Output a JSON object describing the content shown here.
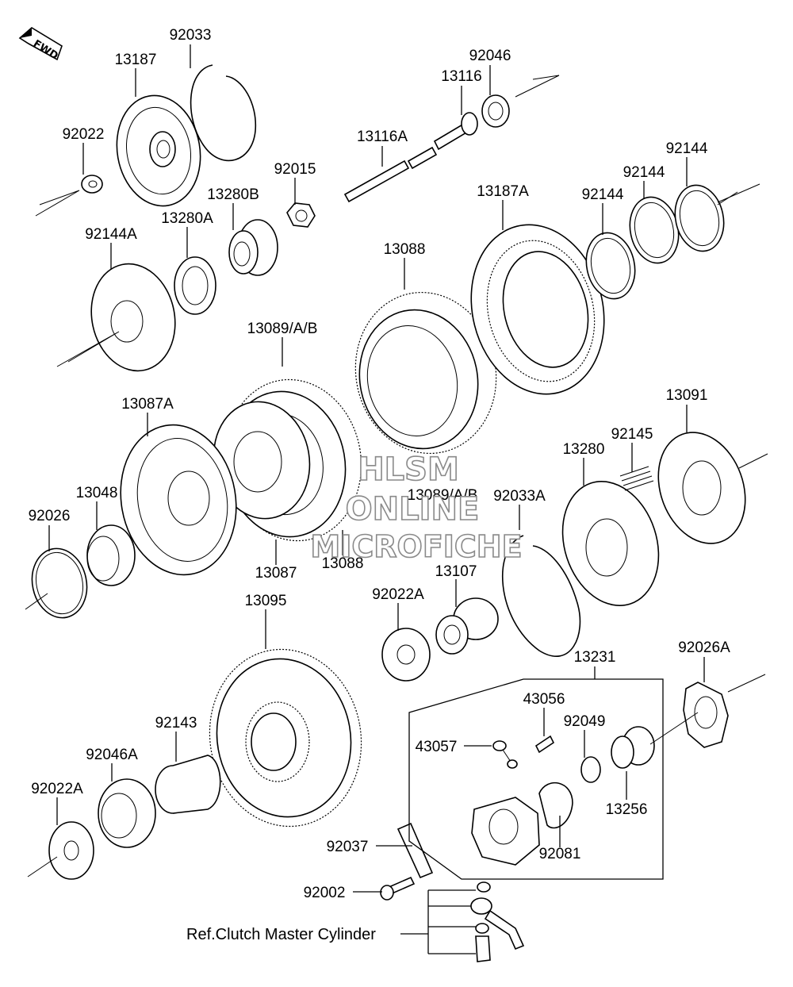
{
  "logo": {
    "text": "FWD"
  },
  "watermark": {
    "line1": "HLSM",
    "line2": "ONLINE",
    "line3": "MICROFICHE"
  },
  "labels": {
    "p92033": "92033",
    "p13187": "13187",
    "p92046": "92046",
    "p13116": "13116",
    "p92022": "92022",
    "p13116A": "13116A",
    "p92015": "92015",
    "p13280B": "13280B",
    "p13280A": "13280A",
    "p92144A": "92144A",
    "p13088_top": "13088",
    "p13187A": "13187A",
    "p92144_a": "92144",
    "p92144_b": "92144",
    "p92144_c": "92144",
    "p13089_top": "13089/A/B",
    "p13087A": "13087A",
    "p13091": "13091",
    "p92145": "92145",
    "p13280": "13280",
    "p13048": "13048",
    "p92026": "92026",
    "p13089_mid": "13089/A/B",
    "p92033A": "92033A",
    "p13087": "13087",
    "p13088_bot": "13088",
    "p13107": "13107",
    "p92022A_mid": "92022A",
    "p13095": "13095",
    "p13231": "13231",
    "p92026A": "92026A",
    "p43056": "43056",
    "p92049": "92049",
    "p43057": "43057",
    "p92143": "92143",
    "p13256": "13256",
    "p92046A": "92046A",
    "p92022A_bot": "92022A",
    "p92037": "92037",
    "p92081": "92081",
    "p92002": "92002"
  },
  "reference": "Ref.Clutch Master Cylinder"
}
